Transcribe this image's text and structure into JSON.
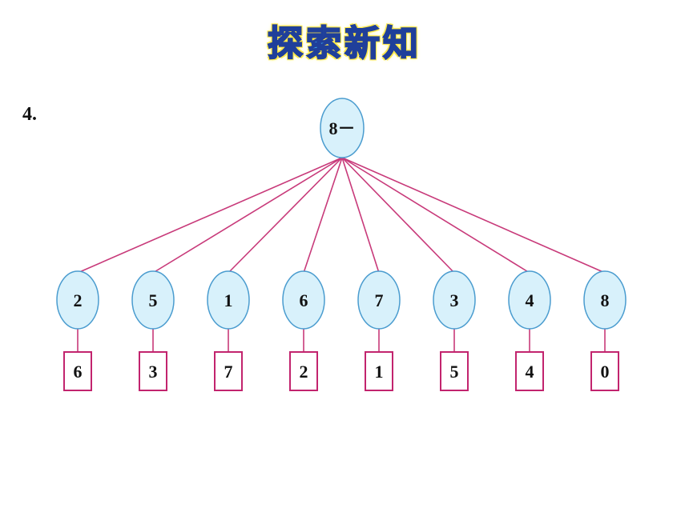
{
  "title": "探索新知",
  "problem_number": "4.",
  "root": {
    "label": "8－"
  },
  "branches": [
    {
      "subtrahend": "2",
      "result": "6"
    },
    {
      "subtrahend": "5",
      "result": "3"
    },
    {
      "subtrahend": "1",
      "result": "7"
    },
    {
      "subtrahend": "6",
      "result": "2"
    },
    {
      "subtrahend": "7",
      "result": "1"
    },
    {
      "subtrahend": "3",
      "result": "5"
    },
    {
      "subtrahend": "4",
      "result": "4"
    },
    {
      "subtrahend": "8",
      "result": "0"
    }
  ],
  "colors": {
    "node_fill": "#d8f1fb",
    "node_stroke": "#4a9ccf",
    "link": "#c83a7a",
    "box_stroke": "#c2246e"
  }
}
